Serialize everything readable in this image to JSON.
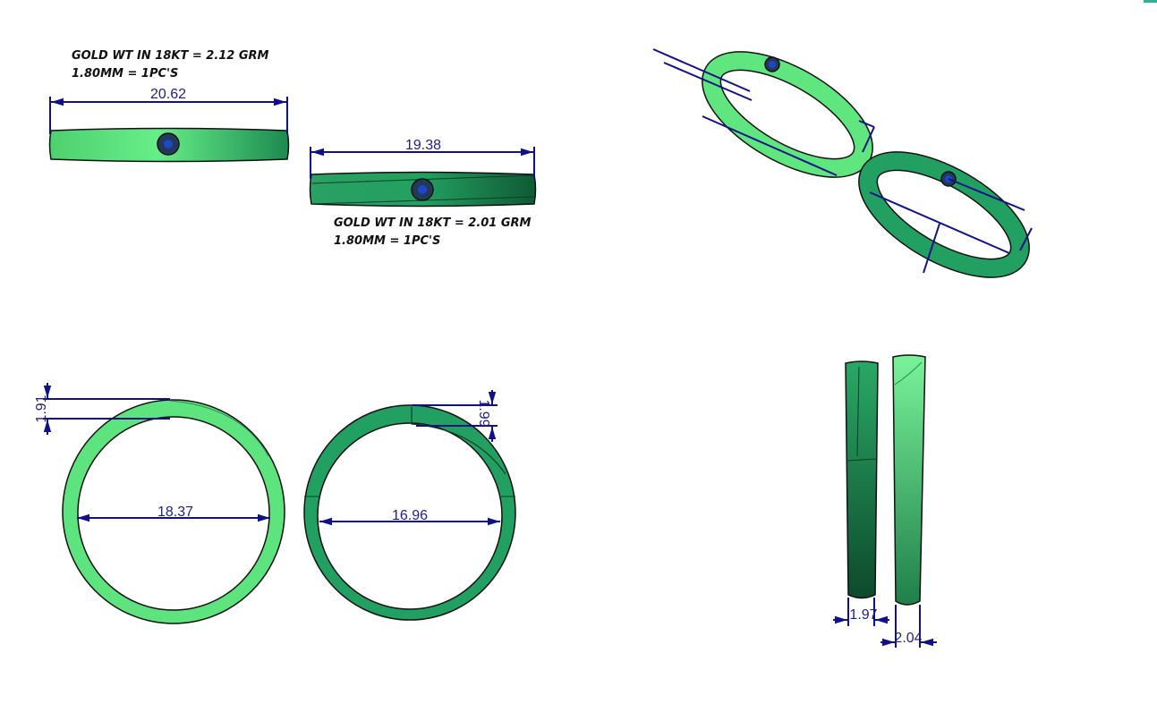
{
  "colors": {
    "light_gold_ring": "#5de47e",
    "dark_gold_ring": "#1f9a5c",
    "dimension_line": "#10108a",
    "stone": "#1e46c8"
  },
  "annotations": {
    "ring1_weight": "GOLD WT IN 18KT = 2.12 GRM",
    "ring1_stone": "1.80MM = 1PC'S",
    "ring2_weight": "GOLD WT IN 18KT = 2.01 GRM",
    "ring2_stone": "1.80MM = 1PC'S"
  },
  "dimensions": {
    "ring1_width": "20.62",
    "ring2_width": "19.38",
    "ring1_inner_diameter": "18.37",
    "ring2_inner_diameter": "16.96",
    "ring1_thickness": "1.91",
    "ring2_thickness": "1.99",
    "ring2_band_width": "1.97",
    "ring1_band_width": "2.04"
  }
}
